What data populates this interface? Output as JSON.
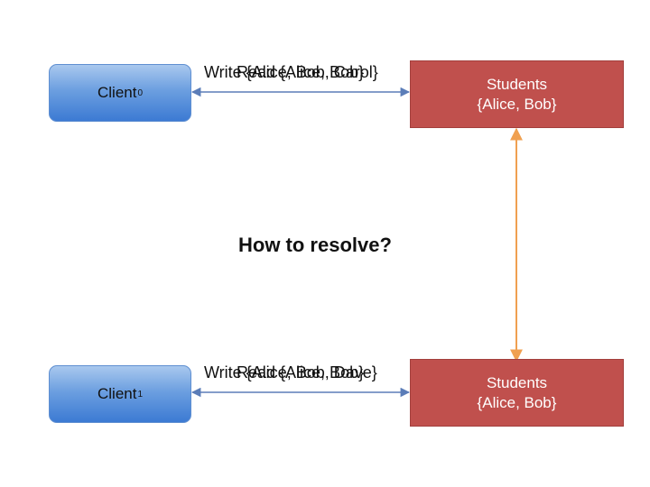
{
  "clients": [
    {
      "label": "Client",
      "subscript": "0"
    },
    {
      "label": "Client",
      "subscript": "1"
    }
  ],
  "databases": [
    {
      "title": "Students",
      "value": "{Alice, Bob}"
    },
    {
      "title": "Students",
      "value": "{Alice, Bob}"
    }
  ],
  "operations": [
    {
      "write": "Write {Alice, Bob, Carol}",
      "read": "Read {Alice, Bob}"
    },
    {
      "write": "Write {Alice, Bob, Dave}",
      "read": "Read {Alice, Bob}"
    }
  ],
  "question": "How to resolve?",
  "colors": {
    "client_arrow": "#5b7db8",
    "sync_line": "#f0a050",
    "database_fill": "#c0504d"
  }
}
